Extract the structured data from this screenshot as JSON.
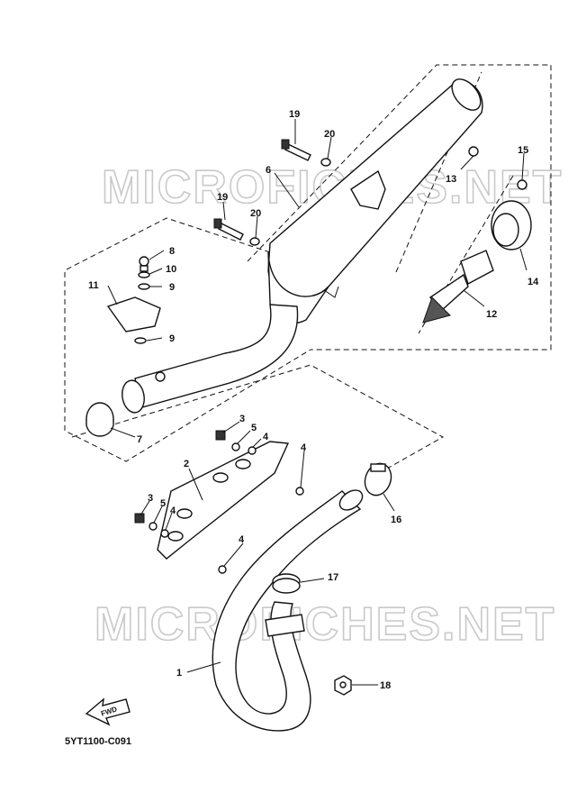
{
  "diagram": {
    "watermarks": [
      "MICROFICHES.NET",
      "MICROFICHES.NET"
    ],
    "diagram_code": "5YT1100-C091",
    "fwd_label": "FWD",
    "callouts": {
      "c1": "1",
      "c2": "2",
      "c3a": "3",
      "c3b": "3",
      "c4a": "4",
      "c4b": "4",
      "c4c": "4",
      "c4d": "4",
      "c5a": "5",
      "c5b": "5",
      "c6": "6",
      "c7": "7",
      "c8": "8",
      "c9a": "9",
      "c9b": "9",
      "c10": "10",
      "c11": "11",
      "c12": "12",
      "c13": "13",
      "c14": "14",
      "c15": "15",
      "c16": "16",
      "c17": "17",
      "c18": "18",
      "c19a": "19",
      "c19b": "19",
      "c20a": "20",
      "c20b": "20"
    }
  }
}
